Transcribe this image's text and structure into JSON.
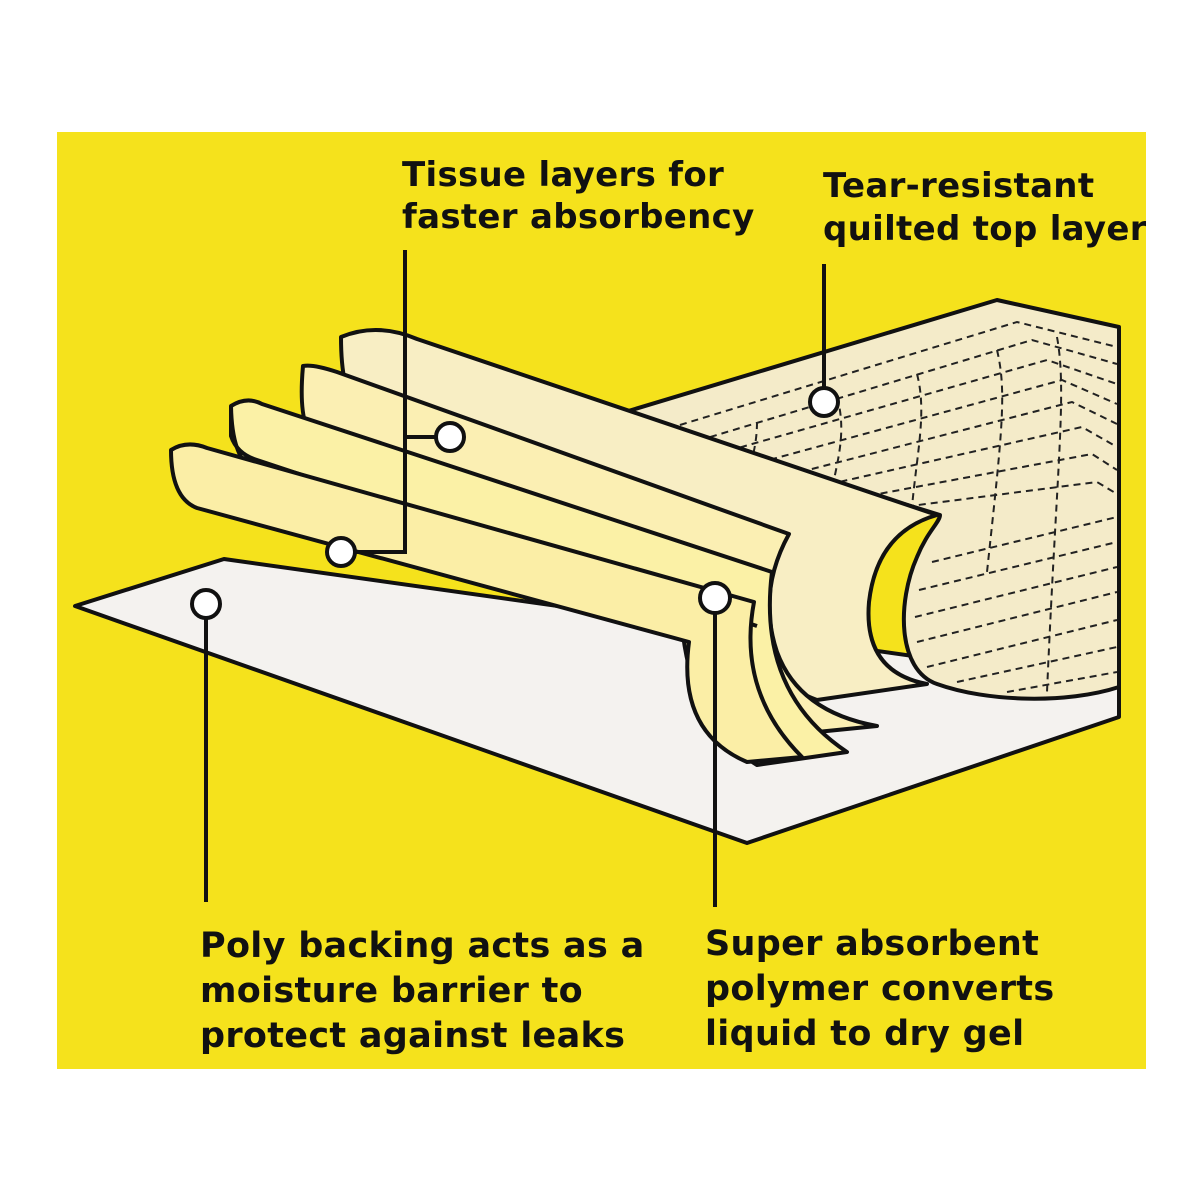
{
  "labels": {
    "tissue": "Tissue layers for\nfaster absorbency",
    "top_layer": "Tear-resistant\nquilted top layer",
    "poly": "Poly backing acts as a\nmoisture barrier to\nprotect against leaks",
    "polymer": "Super absorbent\npolymer converts\nliquid to dry gel"
  },
  "colors": {
    "background": "#f5e21c",
    "poly_backing": "#f4f2ef",
    "quilted_layer": "#f4ebc9",
    "tissue_layer": "#fbefb3",
    "polymer_layer": "#fbf1a6",
    "outline": "#111111"
  }
}
